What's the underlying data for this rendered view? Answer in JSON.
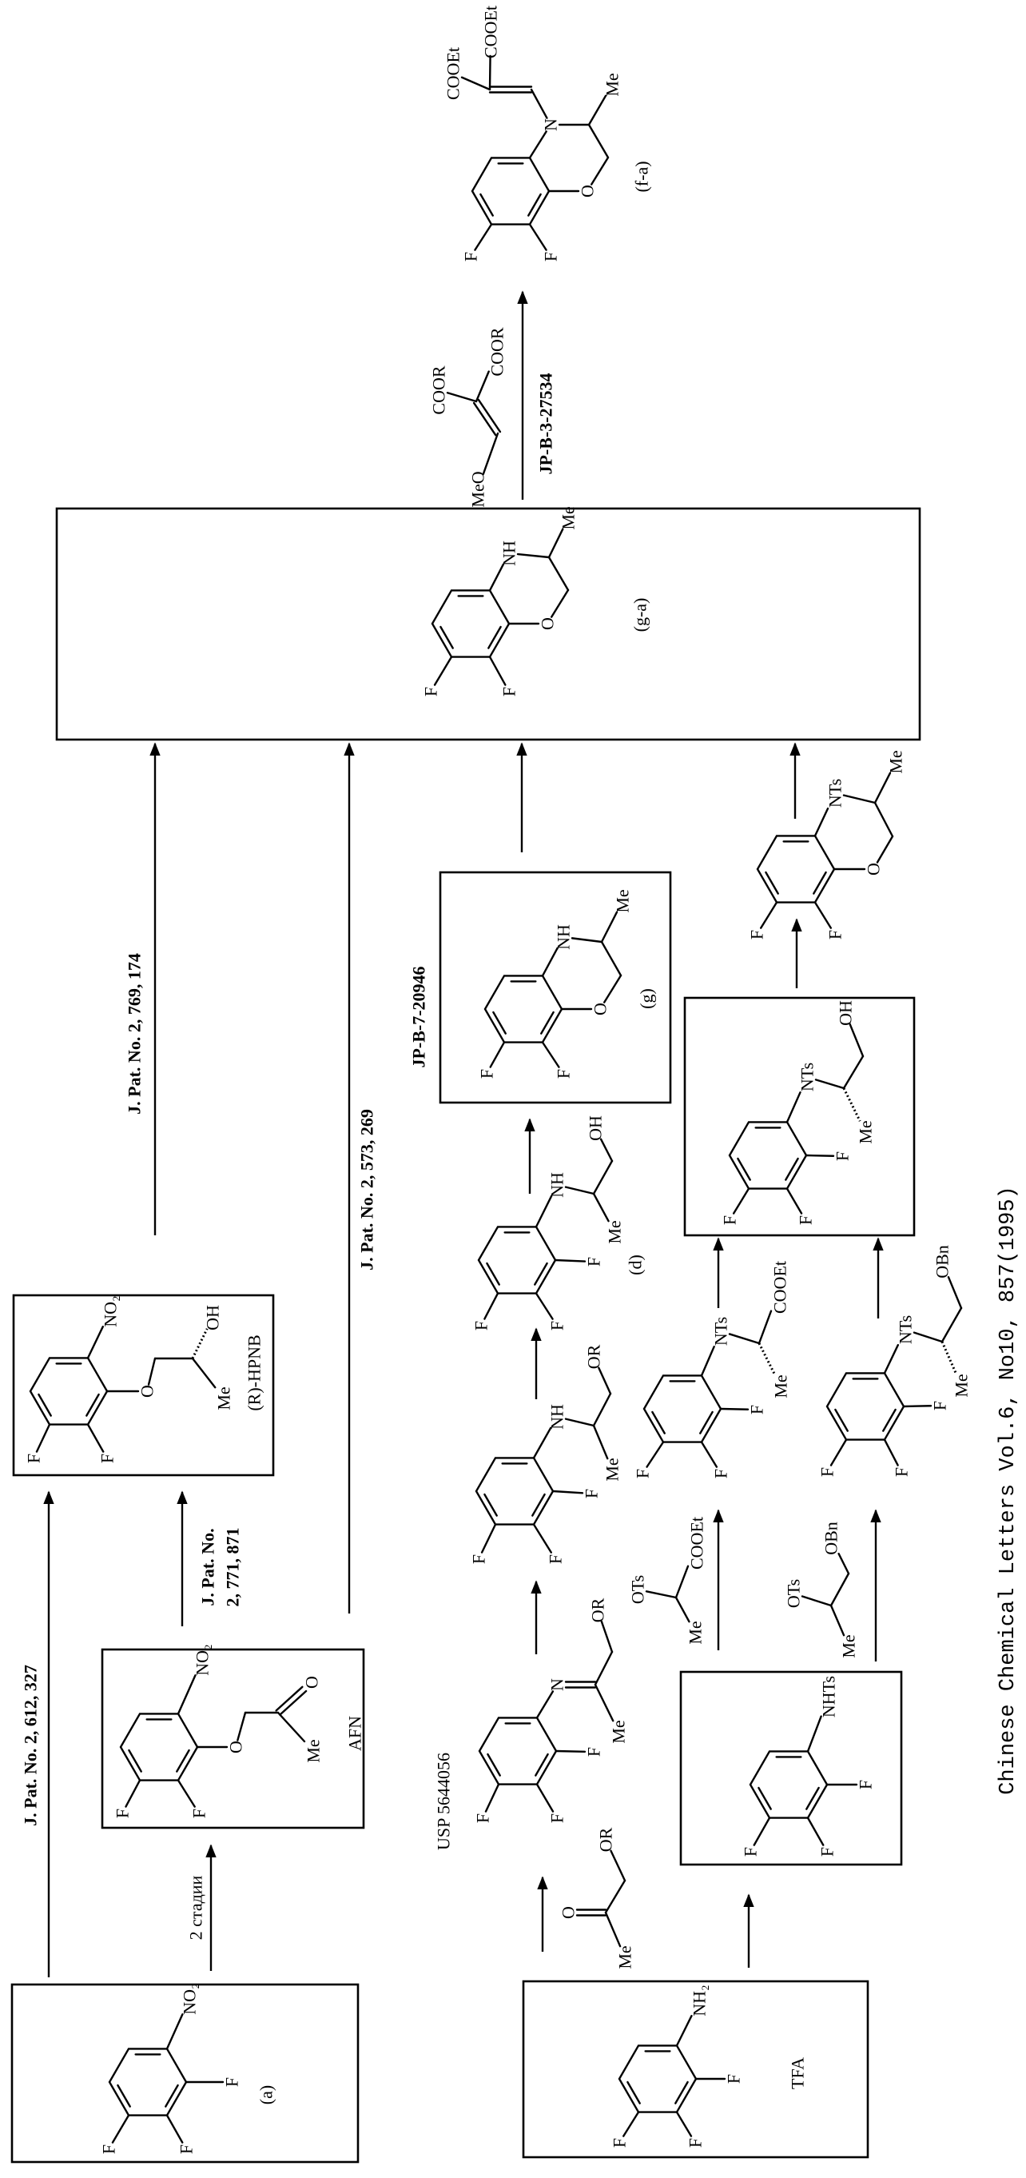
{
  "caption": "Chinese Chemical Letters Vol.6, No10, 857(1995)",
  "routes": {
    "r1": "J. Pat. No. 2, 612, 327",
    "r2": "2 стадии",
    "r3_line1": "J. Pat. No.",
    "r3_line2": "2, 771, 871",
    "r4": "J. Pat. No. 2, 769, 174",
    "r5": "J. Pat. No. 2, 573, 269",
    "r6": "USP 5644056",
    "r7": "JP-B-7-20946",
    "r8": "JP-B-3-27534"
  },
  "compounds": {
    "a": {
      "label": "(a)",
      "atoms": [
        "NO₂",
        "F",
        "F",
        "F"
      ]
    },
    "afn": {
      "label": "AFN",
      "atoms": [
        "NO₂",
        "O",
        "O",
        "Me",
        "F",
        "F"
      ]
    },
    "r_hpnb": {
      "label": "(R)-HPNB",
      "atoms": [
        "NO₂",
        "O",
        "OH",
        "Me",
        "F",
        "F"
      ]
    },
    "g_a": {
      "label": "(g-a)",
      "atoms": [
        "NH",
        "O",
        "Me",
        "F",
        "F"
      ]
    },
    "f_a": {
      "label": "(f-a)",
      "atoms": [
        "N",
        "O",
        "Me",
        "COOEt",
        "COOEt",
        "F",
        "F"
      ]
    },
    "reagent_methoxymethylene": {
      "atoms": [
        "MeO",
        "COOR",
        "COOR"
      ]
    },
    "g": {
      "label": "(g)",
      "atoms": [
        "NH",
        "O",
        "Me",
        "F",
        "F"
      ]
    },
    "nts_benzoxazine": {
      "atoms": [
        "NTs",
        "O",
        "Me",
        "F",
        "F"
      ]
    },
    "d": {
      "label": "(d)",
      "atoms": [
        "NH",
        "OH",
        "Me",
        "F",
        "F",
        "F"
      ]
    },
    "or_amine": {
      "atoms": [
        "NH",
        "OR",
        "Me",
        "F",
        "F",
        "F"
      ]
    },
    "imine": {
      "atoms": [
        "N",
        "OR",
        "Me",
        "F",
        "F",
        "F"
      ]
    },
    "reagent_ketone": {
      "atoms": [
        "O",
        "OR",
        "Me"
      ]
    },
    "tfa": {
      "label": "TFA",
      "atoms": [
        "NH₂",
        "F",
        "F",
        "F"
      ]
    },
    "nhts": {
      "atoms": [
        "NHTs",
        "F",
        "F",
        "F"
      ]
    },
    "reagent_ots_ester": {
      "atoms": [
        "OTs",
        "COOEt",
        "Me"
      ]
    },
    "nts_ester": {
      "atoms": [
        "NTs",
        "COOEt",
        "Me",
        "F",
        "F",
        "F"
      ]
    },
    "nts_alcohol": {
      "atoms": [
        "NTs",
        "OH",
        "Me",
        "F",
        "F",
        "F"
      ]
    },
    "reagent_ots_obn": {
      "atoms": [
        "OTs",
        "OBn",
        "Me"
      ]
    },
    "nts_obn": {
      "atoms": [
        "NTs",
        "OBn",
        "Me",
        "F",
        "F",
        "F"
      ]
    }
  }
}
